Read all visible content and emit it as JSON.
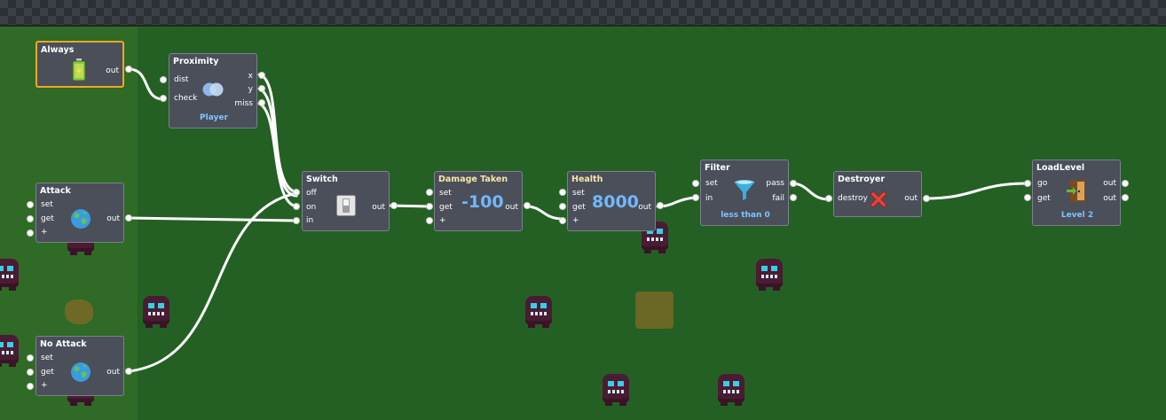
{
  "nodes": {
    "always": {
      "title": "Always",
      "out": "out",
      "icon": "battery-icon"
    },
    "proximity": {
      "title": "Proximity",
      "inputs": [
        "dist",
        "check"
      ],
      "outputs": [
        "x",
        "y",
        "miss"
      ],
      "target": "Player",
      "icon": "overlap-circles-icon"
    },
    "attack": {
      "title": "Attack",
      "inputs": [
        "set",
        "get",
        "+"
      ],
      "out": "out",
      "icon": "globe-icon"
    },
    "no_attack": {
      "title": "No Attack",
      "inputs": [
        "set",
        "get",
        "+"
      ],
      "out": "out",
      "icon": "globe-icon"
    },
    "switch": {
      "title": "Switch",
      "inputs": [
        "off",
        "on",
        "in"
      ],
      "out": "out",
      "icon": "toggle-switch-icon"
    },
    "damage_taken": {
      "title": "Damage Taken",
      "inputs": [
        "set",
        "get",
        "+"
      ],
      "value": "-100",
      "out": "out"
    },
    "health": {
      "title": "Health",
      "inputs": [
        "set",
        "get",
        "+"
      ],
      "value": "8000",
      "out": "out"
    },
    "filter": {
      "title": "Filter",
      "inputs": [
        "set",
        "in"
      ],
      "outputs": [
        "pass",
        "fail"
      ],
      "condition": "less than 0",
      "icon": "funnel-icon"
    },
    "destroyer": {
      "title": "Destroyer",
      "input": "destroy",
      "out": "out",
      "icon": "red-x-icon"
    },
    "load_level": {
      "title": "LoadLevel",
      "inputs": [
        "go",
        "get"
      ],
      "outputs": [
        "out",
        "out"
      ],
      "target": "Level 2",
      "icon": "door-icon"
    }
  },
  "colors": {
    "background": "#246024",
    "node_fill": "#4a4f5a",
    "selected_border": "#f5a623",
    "value_text": "#6fb9ff",
    "wire": "#ffffff"
  }
}
